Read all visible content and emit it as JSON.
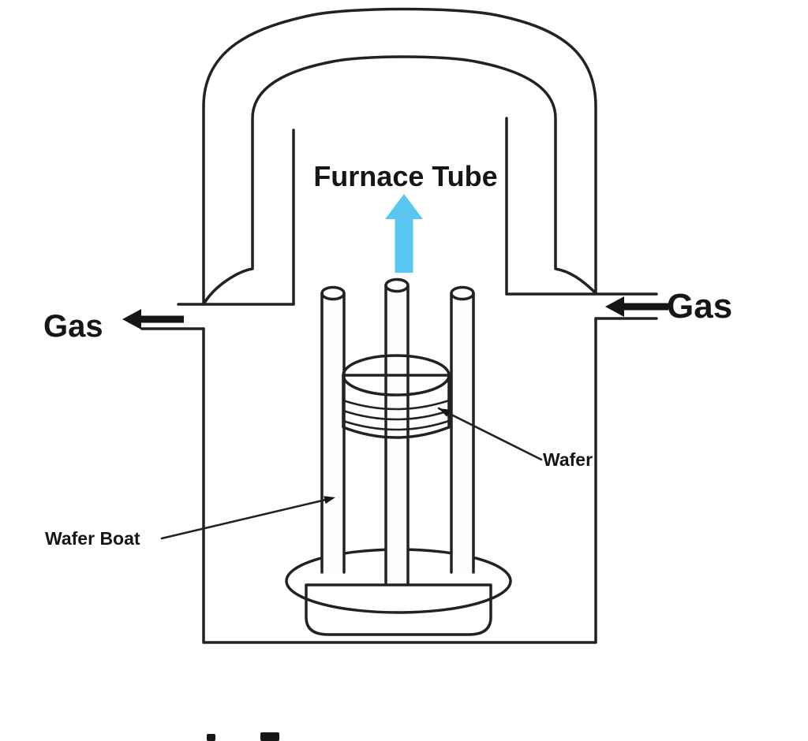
{
  "diagram": {
    "title": "Furnace Tube",
    "furnace_tube_label": "Furnace Tube",
    "gas_left_label": "Gas",
    "gas_right_label": "Gas",
    "wafer_label": "Wafer",
    "wafer_boat_label": "Wafer Boat",
    "colors": {
      "ink": "#161616",
      "line": "#222222",
      "wall_fill": "#e8e8e6",
      "blue_arrow": "#5bc7f0",
      "pedestal_top": "#bebebc",
      "pedestal_body": "#b2b2b0",
      "wafer_top": "#f1f1ef",
      "wafer_body": "#e9e9e7",
      "rod_fill": "#fdfdfc",
      "background": "#ffffff"
    }
  }
}
